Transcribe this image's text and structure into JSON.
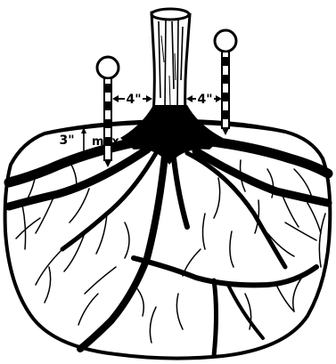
{
  "labels": {
    "left_distance": "4\"",
    "right_distance": "4\"",
    "depth": "3\"",
    "depth_qualifier": "max"
  },
  "colors": {
    "ink": "#000000",
    "paper": "#ffffff"
  }
}
